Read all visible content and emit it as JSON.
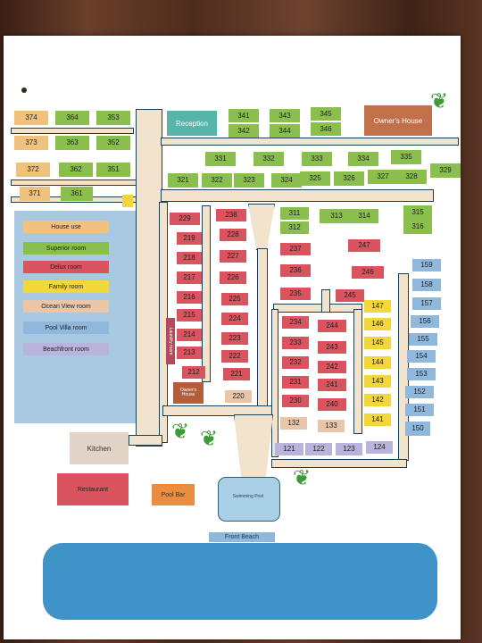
{
  "colors": {
    "superior": "#8bbf4d",
    "delux": "#d9545f",
    "family": "#f2d63a",
    "ocean_view": "#eac6a8",
    "pool_villa": "#8fb8dc",
    "beachfront": "#b8b4dc",
    "house_use": "#f0c27e",
    "reception": "#58b3a8",
    "owner": "#c27049",
    "kitchen": "#e2d5c8",
    "restaurant": "#d9545f",
    "pool_bar": "#eb8d40",
    "pool": "#a9d0e6",
    "sea": "#3f93c9",
    "road": "#f2e4cc"
  },
  "legend": {
    "house_use": "House use",
    "superior": "Superior room",
    "delux": "Delux room",
    "family": "Family room",
    "ocean_view": "Ocean View room",
    "pool_villa": "Pool Villa room",
    "beachfront": "Beachfront room"
  },
  "labels": {
    "reception": "Reception",
    "owners_house_top": "Owner's House",
    "owners_house_small": "Owner's House",
    "kitchen": "Kitchen",
    "restaurant": "Restaurant",
    "pool_bar": "Pool Bar",
    "pool": "Swimming Pool",
    "front_beach": "Front Beach",
    "laundry": "Laundry room"
  },
  "rooms": {
    "r374": "374",
    "r364": "364",
    "r353": "353",
    "r373": "373",
    "r363": "363",
    "r352": "352",
    "r372": "372",
    "r362": "362",
    "r351": "351",
    "r371": "371",
    "r361": "361",
    "r341": "341",
    "r343": "343",
    "r345": "345",
    "r342": "342",
    "r344": "344",
    "r346": "346",
    "r331": "331",
    "r332": "332",
    "r333": "333",
    "r334": "334",
    "r335": "335",
    "r321": "321",
    "r322": "322",
    "r323": "323",
    "r324": "324",
    "r325": "325",
    "r326": "326",
    "r327": "327",
    "r328": "328",
    "r329": "329",
    "r311": "311",
    "r312": "312",
    "r313": "313",
    "r314": "314",
    "r315": "315",
    "r316": "316",
    "r229": "229",
    "r219": "219",
    "r218": "218",
    "r217": "217",
    "r216": "216",
    "r215": "215",
    "r214": "214",
    "r213": "213",
    "r212": "212",
    "r238": "238",
    "r228": "228",
    "r227": "227",
    "r226": "226",
    "r225": "225",
    "r224": "224",
    "r223": "223",
    "r222": "222",
    "r221": "221",
    "r220": "220",
    "r237": "237",
    "r236": "236",
    "r235": "235",
    "r234": "234",
    "r233": "233",
    "r232": "232",
    "r231": "231",
    "r230": "230",
    "r247": "247",
    "r246": "246",
    "r245": "245",
    "r244": "244",
    "r243": "243",
    "r242": "242",
    "r241": "241",
    "r240": "240",
    "r147": "147",
    "r146": "146",
    "r145": "145",
    "r144": "144",
    "r143": "143",
    "r142": "142",
    "r141": "141",
    "r159": "159",
    "r158": "158",
    "r157": "157",
    "r156": "156",
    "r155": "155",
    "r154": "154",
    "r153": "153",
    "r152": "152",
    "r151": "151",
    "r150": "150",
    "r132": "132",
    "r133": "133",
    "r121": "121",
    "r122": "122",
    "r123": "123",
    "r124": "124"
  }
}
